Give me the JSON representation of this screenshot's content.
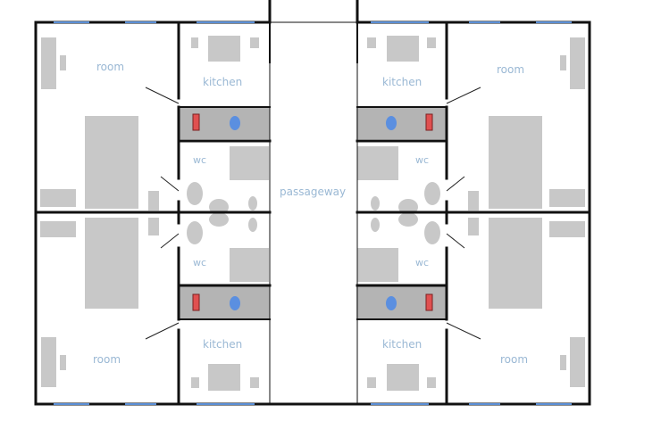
{
  "labels": {
    "room_tl": "room",
    "room_tr": "room",
    "room_bl": "room",
    "room_br": "room",
    "kitchen_tl": "kitchen",
    "kitchen_tr": "kitchen",
    "kitchen_bl": "kitchen",
    "kitchen_br": "kitchen",
    "wc_tl": "wc",
    "wc_tr": "wc",
    "wc_bl": "wc",
    "wc_br": "wc",
    "passageway": "passageway"
  },
  "colors": {
    "wall": "#111111",
    "furniture": "#c8c8c8",
    "counter": "#b4b4b4",
    "window": "#5b8fd6",
    "label": "#9ab8d4",
    "stove": "#e05050",
    "sink": "#5b8fe0"
  }
}
